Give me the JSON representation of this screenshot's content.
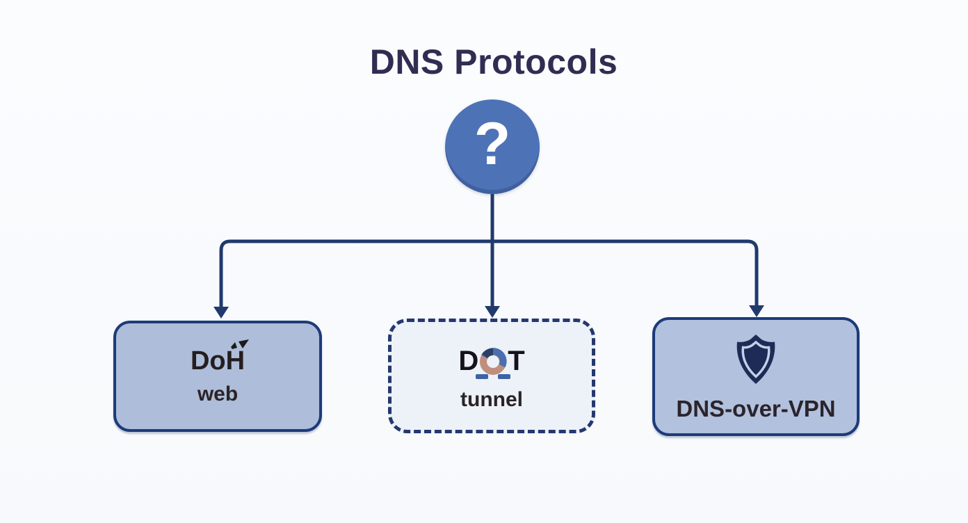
{
  "title": "DNS Protocols",
  "root": {
    "icon": "question-mark",
    "symbol": "?"
  },
  "boxes": [
    {
      "id": "doh",
      "label": "DoH",
      "sublabel": "web",
      "border_style": "solid"
    },
    {
      "id": "dot",
      "label": "DoT",
      "label_d": "D",
      "label_t": "T",
      "sublabel": "tunnel",
      "border_style": "dashed",
      "icon": "tunnel-ring"
    },
    {
      "id": "dns-over-vpn",
      "label": "DNS-over-VPN",
      "border_style": "solid",
      "icon": "shield"
    }
  ],
  "colors": {
    "background": "#f9fbfd",
    "title_text": "#322c52",
    "circle_fill": "#4d73b6",
    "connector_stroke": "#203a6d",
    "solid_box_fill": "#aebdd9",
    "vpn_box_fill": "#b2c1dd",
    "dashed_box_fill": "#edf1f8",
    "box_border": "#1d3b7a",
    "dashed_border": "#24386f",
    "box_text": "#241e20",
    "shield_fill": "#1f2b57",
    "tunnel_ring_blue": "#4a6fae",
    "tunnel_ring_tan": "#c08e7c"
  }
}
